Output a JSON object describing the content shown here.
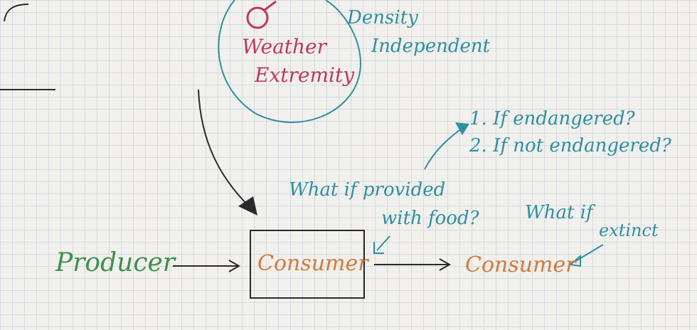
{
  "labels": {
    "weather_line1": "Weather",
    "weather_line2": "Extremity",
    "density_line1": "Density",
    "density_line2": "Independent",
    "q_endangered_1": "1. If endangered?",
    "q_endangered_2": "2. If not endangered?",
    "q_food_line1": "What if provided",
    "q_food_line2": "with food?",
    "q_extinct_line1": "What if",
    "q_extinct_line2": "extinct",
    "producer": "Producer",
    "consumer_boxed": "Consumer",
    "consumer_right": "Consumer"
  },
  "colors": {
    "teal": "#2f8fa0",
    "magenta": "#c0385a",
    "green": "#3f8f4f",
    "orange": "#d07a3a",
    "ink": "#2a2a2a"
  }
}
